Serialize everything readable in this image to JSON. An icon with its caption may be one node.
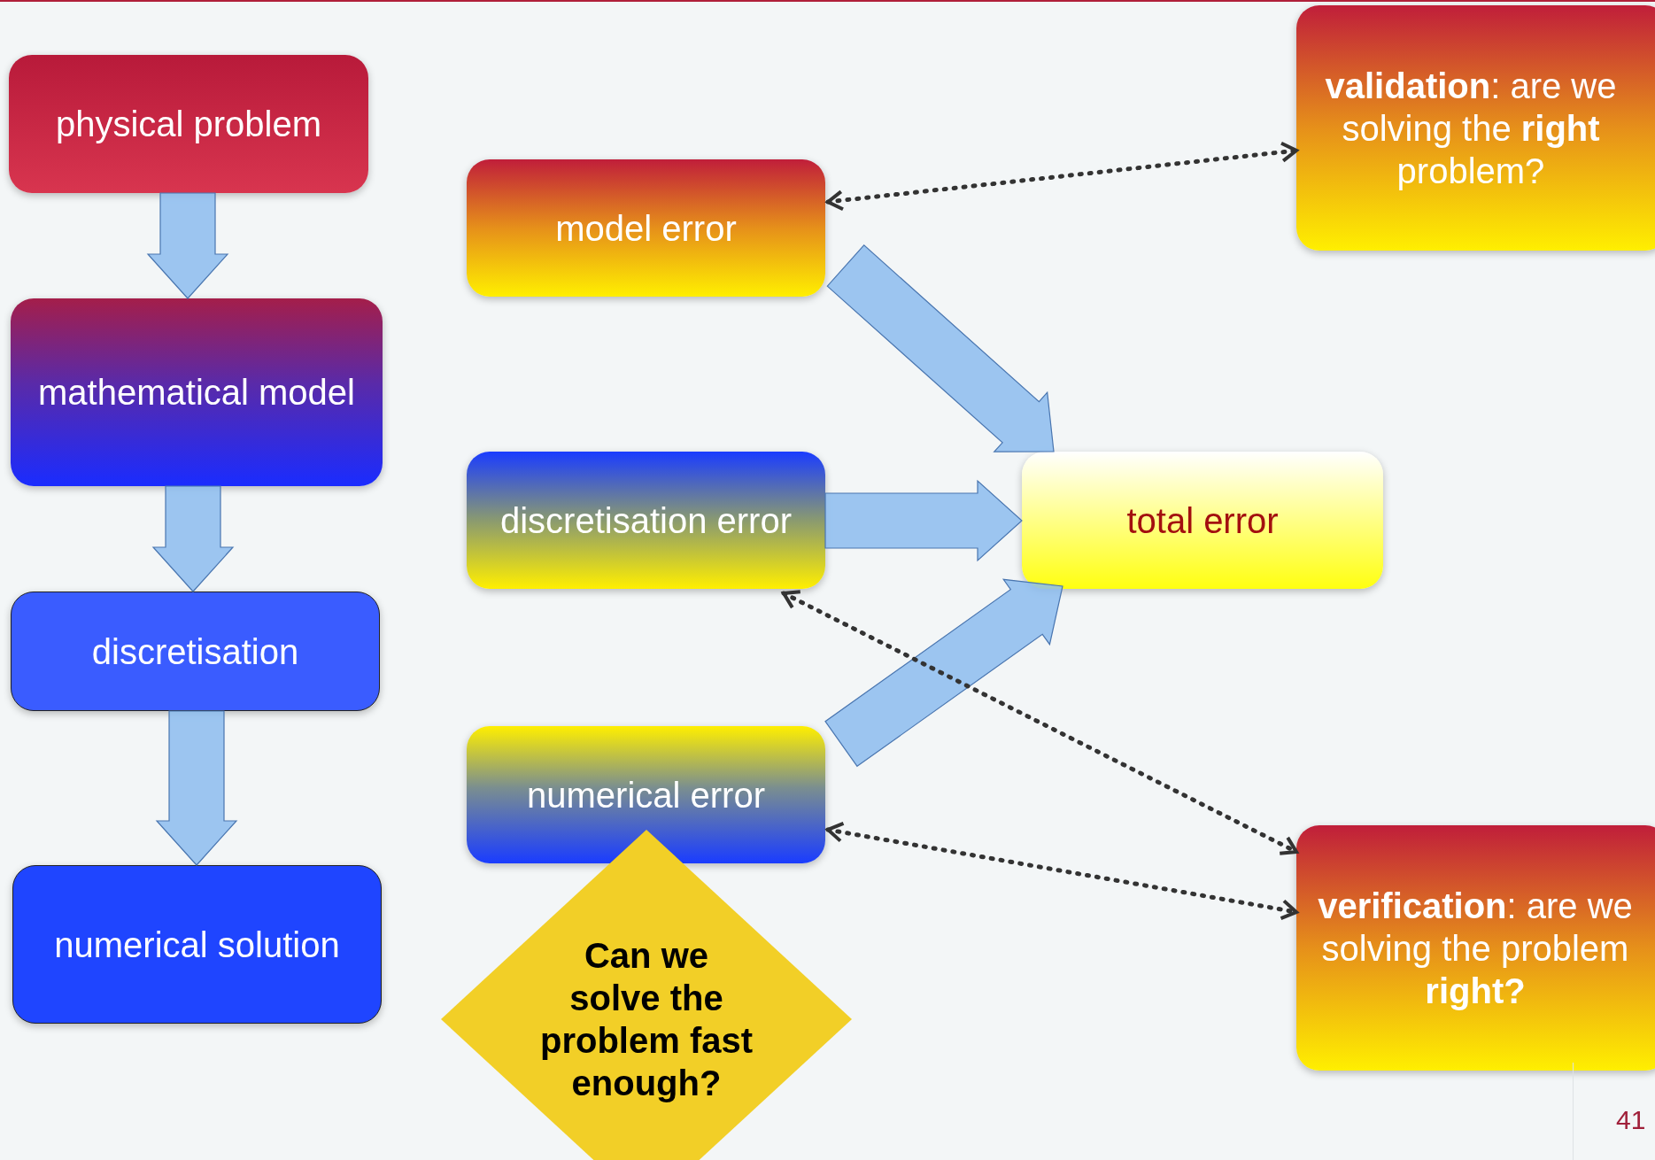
{
  "diagram": {
    "nodes": [
      {
        "text": [
          "physical problem"
        ]
      },
      {
        "text": [
          "mathematical model"
        ]
      },
      {
        "text": [
          "discretisation"
        ]
      },
      {
        "text": [
          "numerical solution"
        ]
      },
      {
        "text": [
          "model error"
        ]
      },
      {
        "text": [
          "discretisation error"
        ]
      },
      {
        "text": [
          "numerical error"
        ]
      },
      {
        "text": [
          "total error"
        ]
      },
      {
        "text": [
          "**validation**: are we solving the **right** problem?"
        ]
      },
      {
        "text": [
          "**verification**: are we solving the problem **right?**"
        ]
      },
      {
        "text": [
          "Can we solve the problem fast enough?"
        ]
      }
    ],
    "edges": [
      {
        "from": 0,
        "to": 1,
        "arrow": "to",
        "style": "thick"
      },
      {
        "from": 1,
        "to": 2,
        "arrow": "to",
        "style": "thick"
      },
      {
        "from": 2,
        "to": 3,
        "arrow": "to",
        "style": "thick"
      },
      {
        "from": 4,
        "to": 7,
        "arrow": "to",
        "style": "thick"
      },
      {
        "from": 5,
        "to": 7,
        "arrow": "to",
        "style": "thick"
      },
      {
        "from": 6,
        "to": 7,
        "arrow": "to",
        "style": "thick"
      },
      {
        "from": 4,
        "to": 8,
        "arrow": "both",
        "style": "dashed",
        "color": "#333333"
      },
      {
        "from": 5,
        "to": 9,
        "arrow": "both",
        "style": "dashed",
        "color": "#333333"
      },
      {
        "from": 6,
        "to": 9,
        "arrow": "both",
        "style": "dashed",
        "color": "#333333"
      }
    ],
    "labels": [
      "41"
    ]
  }
}
